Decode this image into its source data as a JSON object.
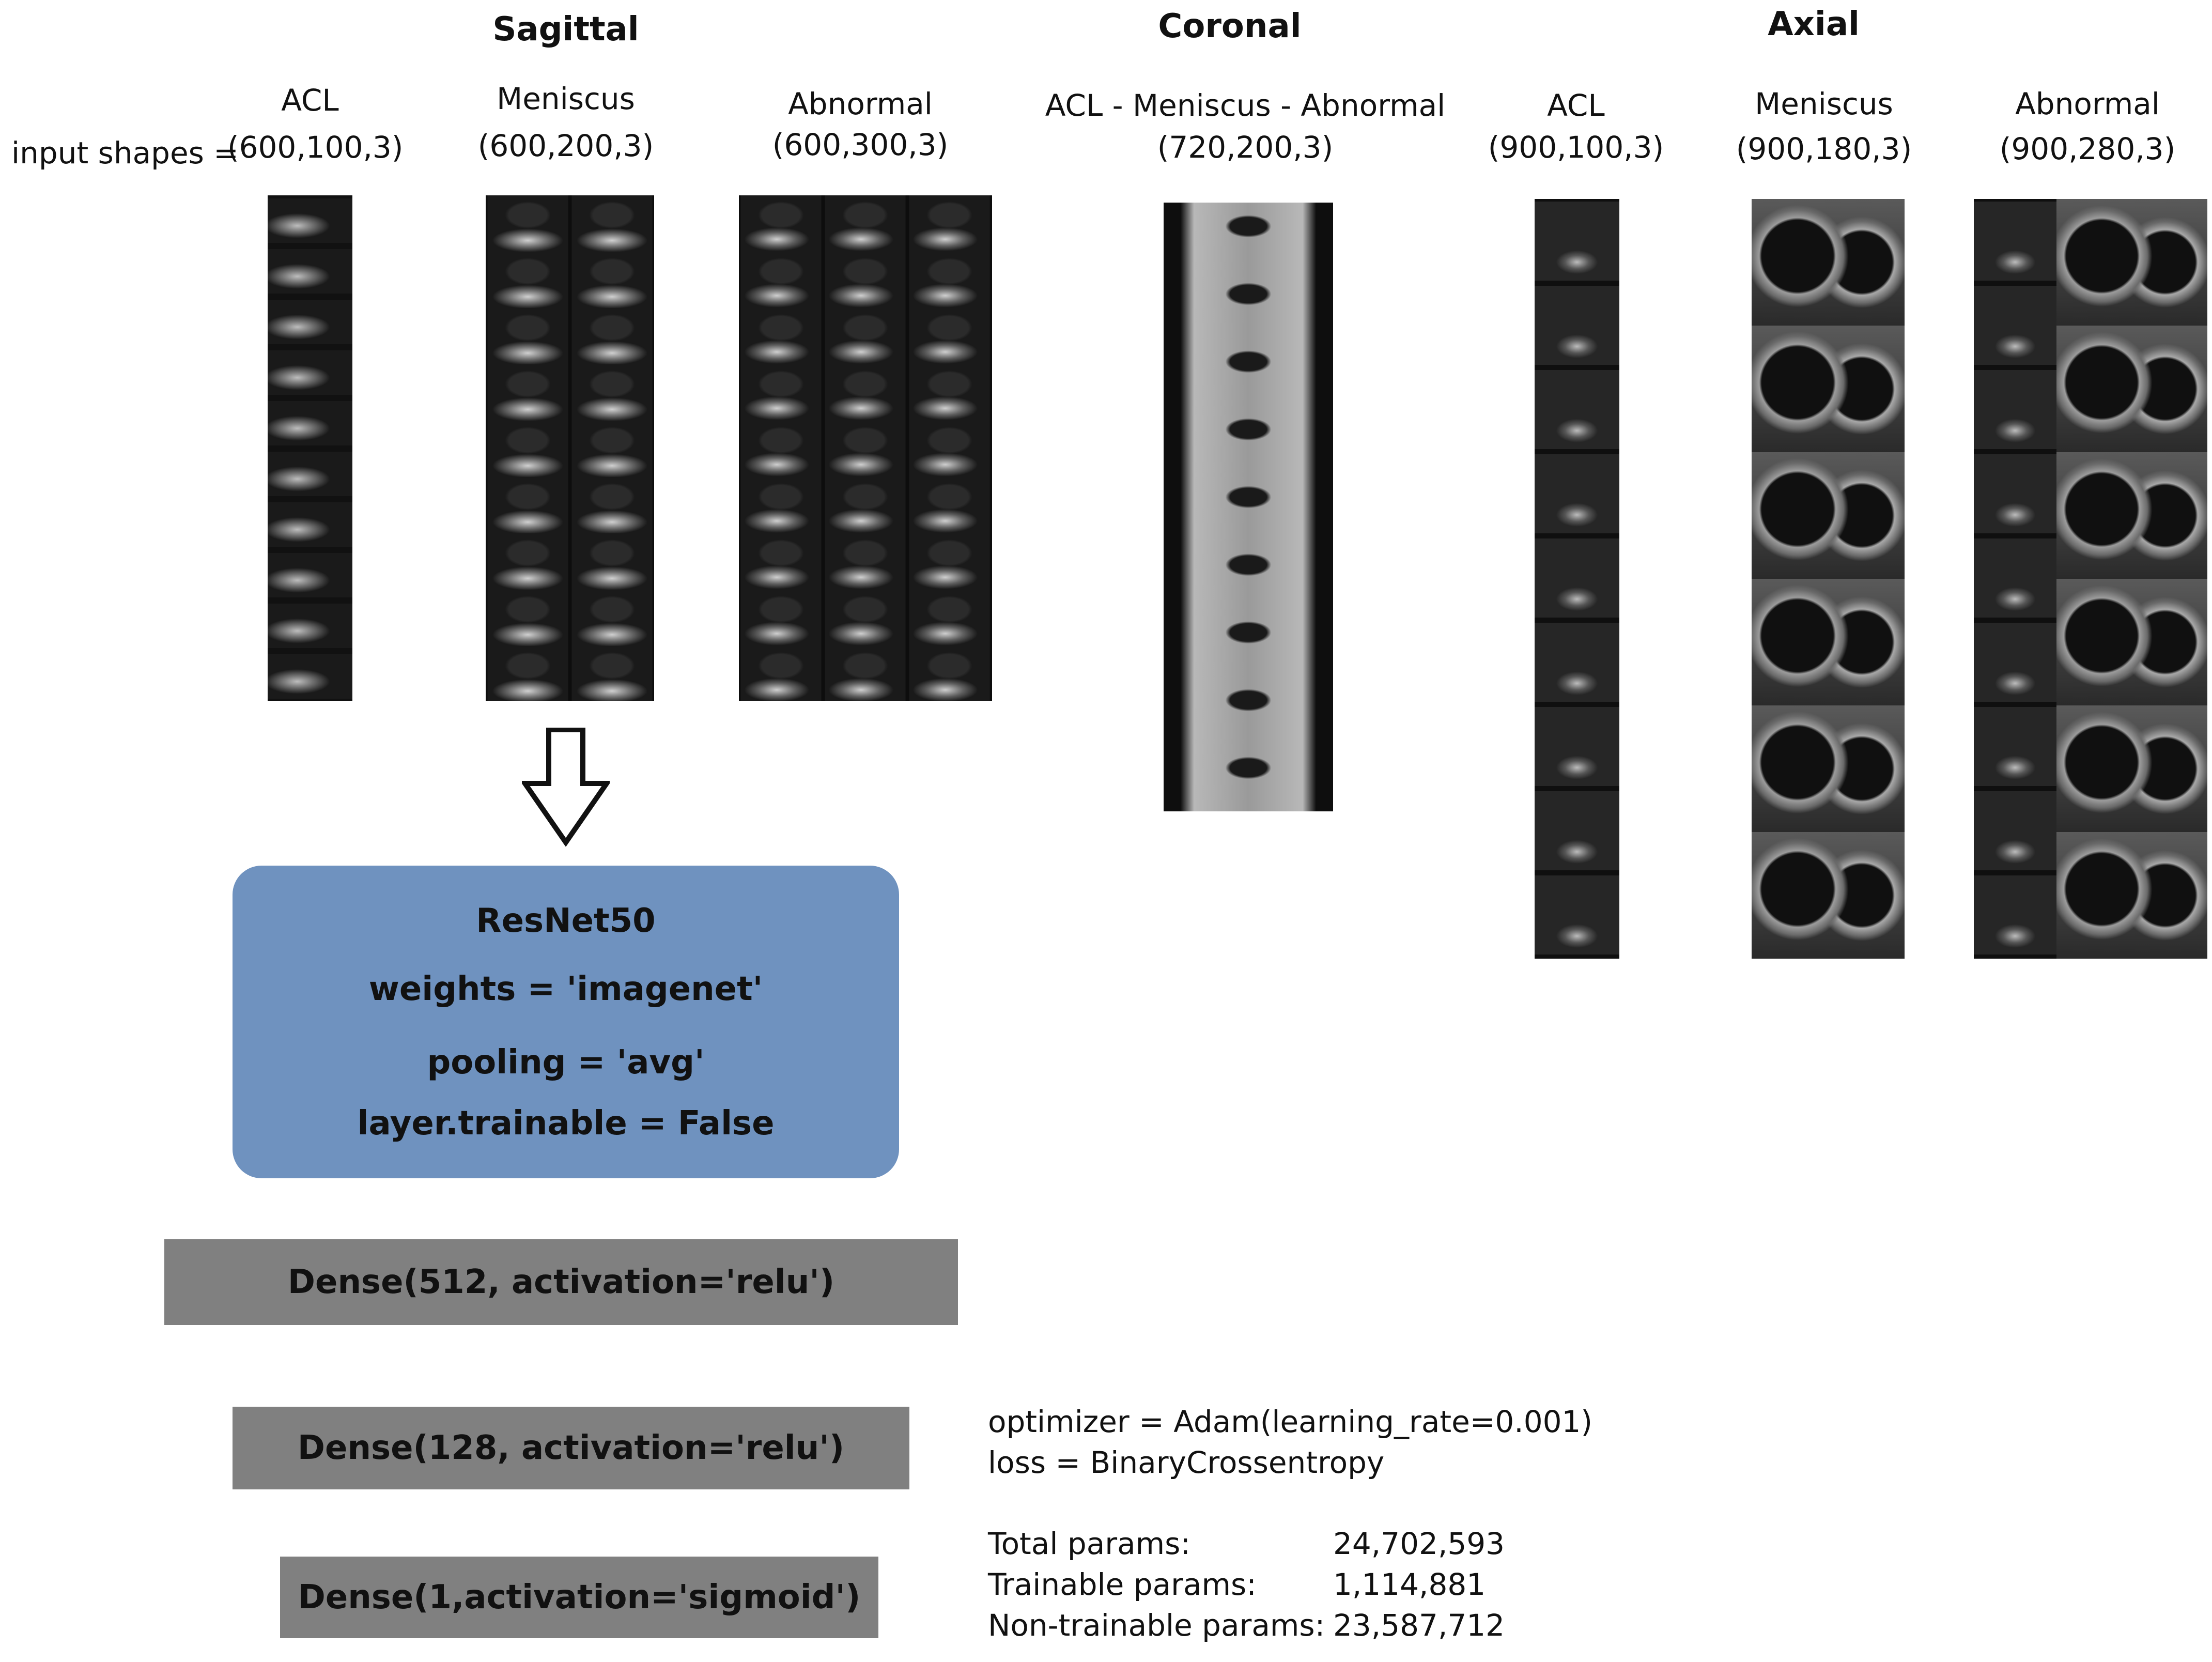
{
  "views": {
    "sagittal": "Sagittal",
    "coronal": "Coronal",
    "axial": "Axial"
  },
  "input_shapes_label": "input shapes =",
  "inputs": {
    "sagittal_acl": {
      "label": "ACL",
      "shape": "(600,100,3)"
    },
    "sagittal_meniscus": {
      "label": "Meniscus",
      "shape": "(600,200,3)"
    },
    "sagittal_abnormal": {
      "label": "Abnormal",
      "shape": "(600,300,3)"
    },
    "coronal_all": {
      "label": "ACL - Meniscus - Abnormal",
      "shape": "(720,200,3)"
    },
    "axial_acl": {
      "label": "ACL",
      "shape": "(900,100,3)"
    },
    "axial_meniscus": {
      "label": "Meniscus",
      "shape": "(900,180,3)"
    },
    "axial_abnormal": {
      "label": "Abnormal",
      "shape": "(900,280,3)"
    }
  },
  "resnet": {
    "title": "ResNet50",
    "weights": "weights = 'imagenet'",
    "pooling": "pooling = 'avg'",
    "trainable": "layer.trainable = False"
  },
  "dense_layers": [
    "Dense(512, activation='relu')",
    "Dense(128, activation='relu')",
    "Dense(1,activation='sigmoid')"
  ],
  "training": {
    "optimizer": "optimizer = Adam(learning_rate=0.001)",
    "loss": "loss = BinaryCrossentropy"
  },
  "params": [
    {
      "label": "Total params:",
      "value": "24,702,593"
    },
    {
      "label": "Trainable params:",
      "value": "1,114,881"
    },
    {
      "label": "Non-trainable params:",
      "value": "23,587,712"
    }
  ]
}
